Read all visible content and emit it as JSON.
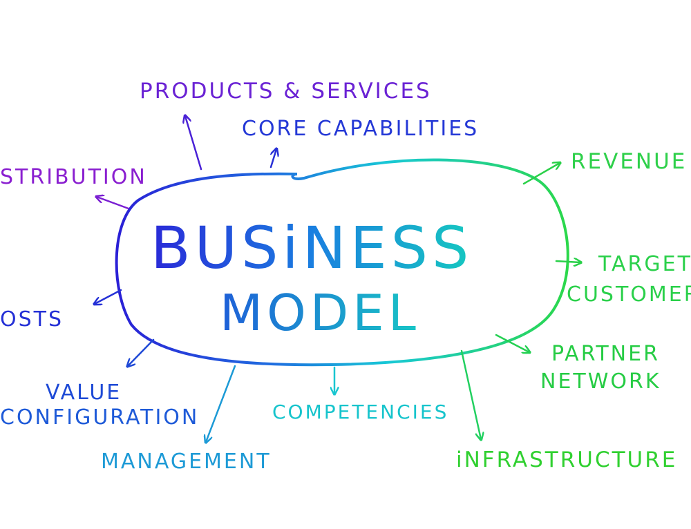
{
  "center": {
    "line1": "BUSiNESS",
    "line2": "MODEL"
  },
  "nodes": {
    "products_services": "PRODUCTS & SERVICES",
    "core_capabilities": "CORE CAPABILITIES",
    "distribution": "STRIBUTION",
    "costs": "OSTS",
    "value_line1": "VALUE",
    "value_line2": "CONFIGURATION",
    "management": "MANAGEMENT",
    "competencies": "COMPETENCIES",
    "infrastructure": "iNFRASTRUCTURE",
    "partner_line1": "PARTNER",
    "partner_line2": "NETWORK",
    "target_line1": "TARGET",
    "target_line2": "CUSTOMER",
    "revenue": "REVENUE"
  },
  "colors": {
    "purple": "#8a1fd0",
    "violet": "#5a2ad8",
    "blue": "#1f3fd6",
    "mid_blue": "#1e5fd8",
    "sky": "#1d9ad6",
    "teal": "#19c0d2",
    "aqua": "#10d0b0",
    "green": "#27d04a",
    "lime": "#3cd02a"
  }
}
